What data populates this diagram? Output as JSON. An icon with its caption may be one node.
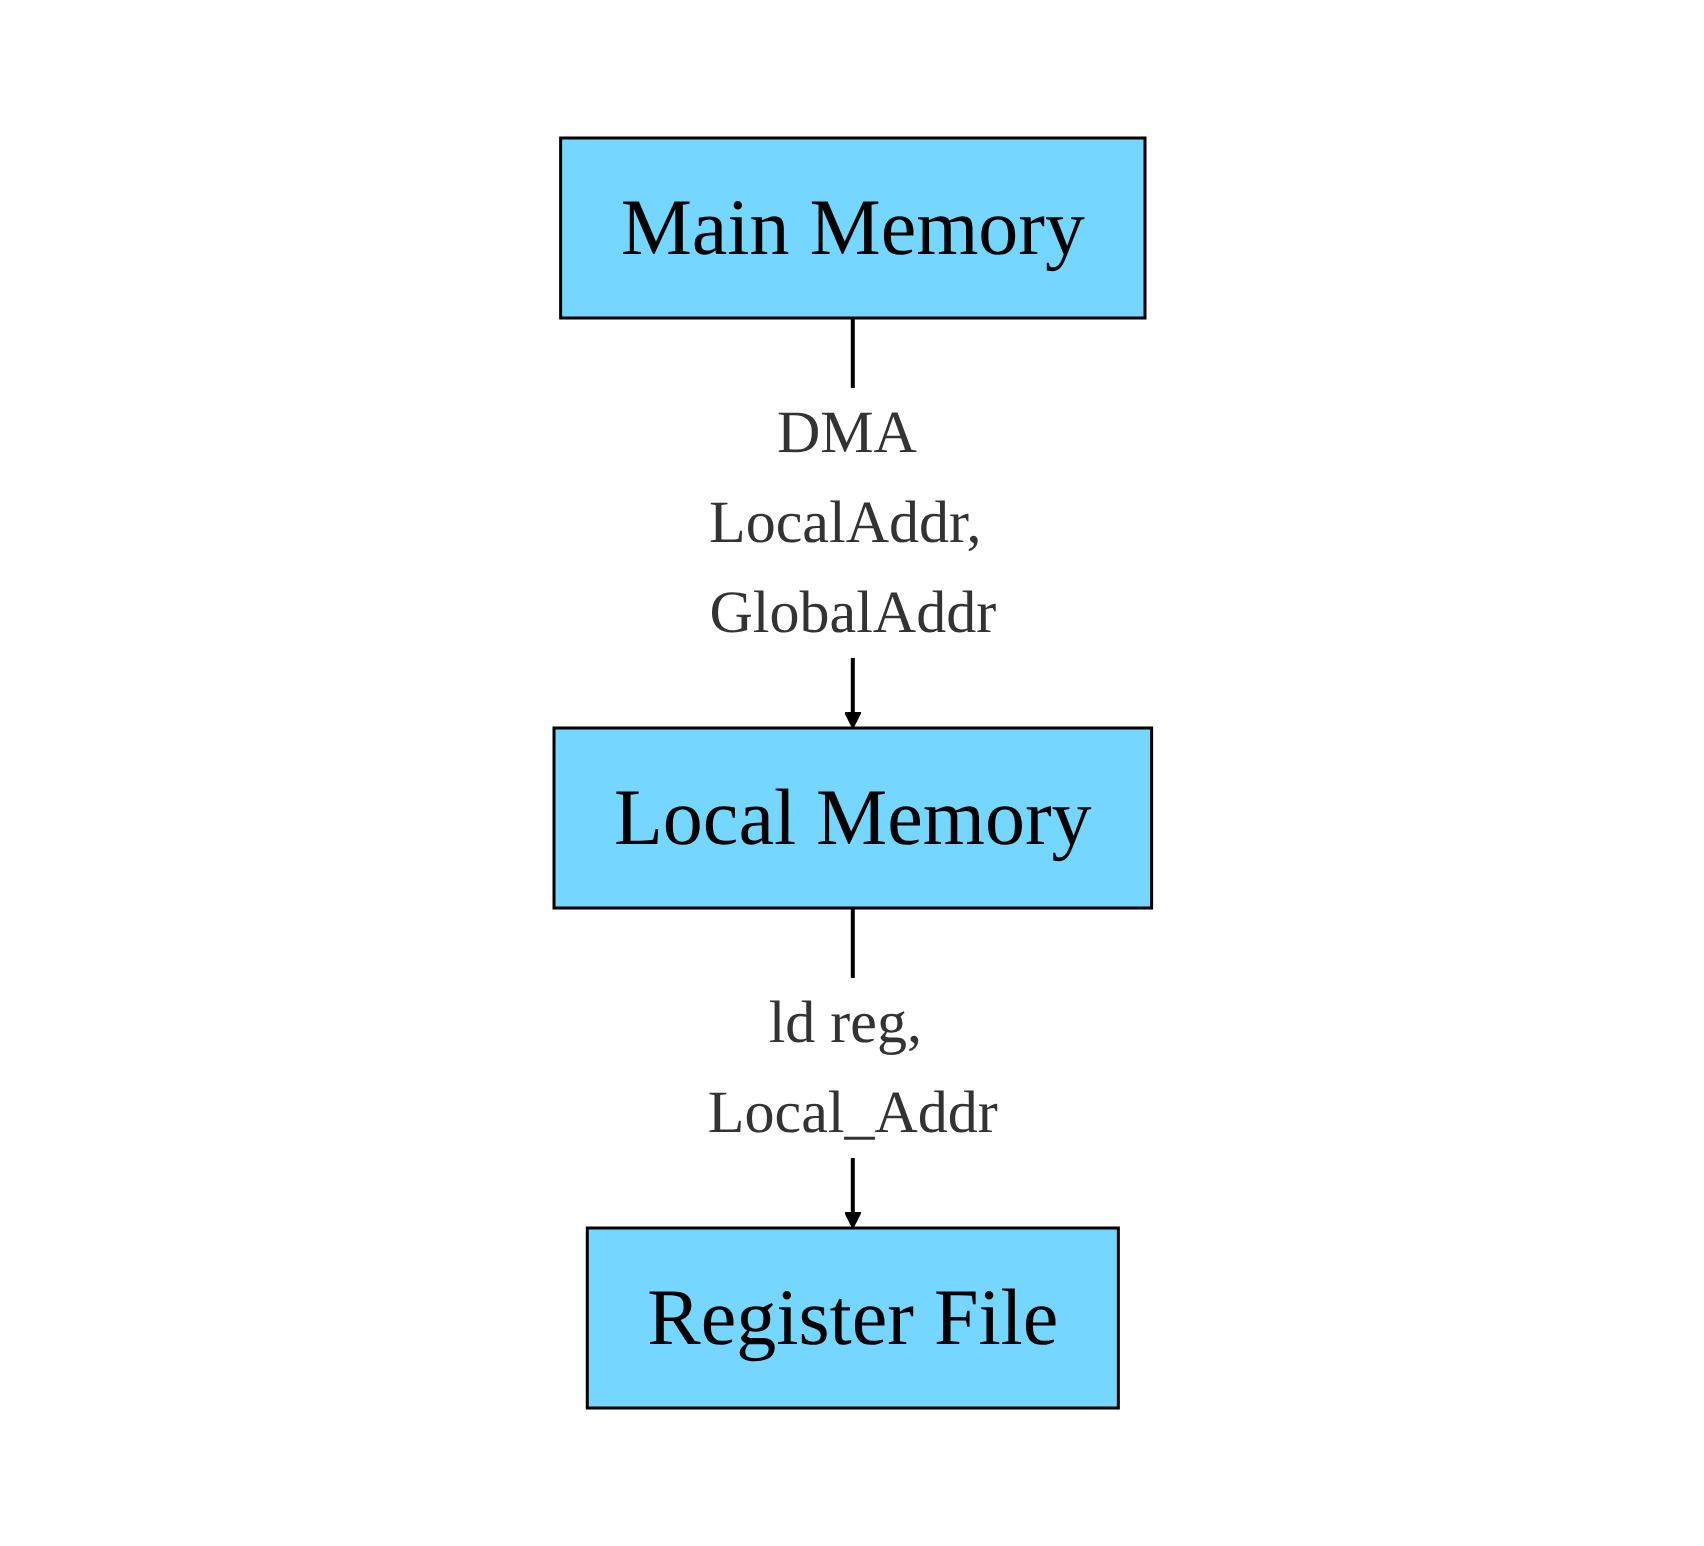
{
  "diagram": {
    "nodes": [
      {
        "text": [
          "Main Memory"
        ]
      },
      {
        "text": [
          "Local Memory"
        ]
      },
      {
        "text": [
          "Register File"
        ]
      }
    ],
    "edges": [
      {
        "from": 0,
        "to": 1,
        "arrow": "to",
        "label": "DMA LocalAddr, GlobalAddr"
      },
      {
        "from": 1,
        "to": 2,
        "arrow": "to",
        "label": "ld reg, Local_Addr"
      }
    ]
  }
}
